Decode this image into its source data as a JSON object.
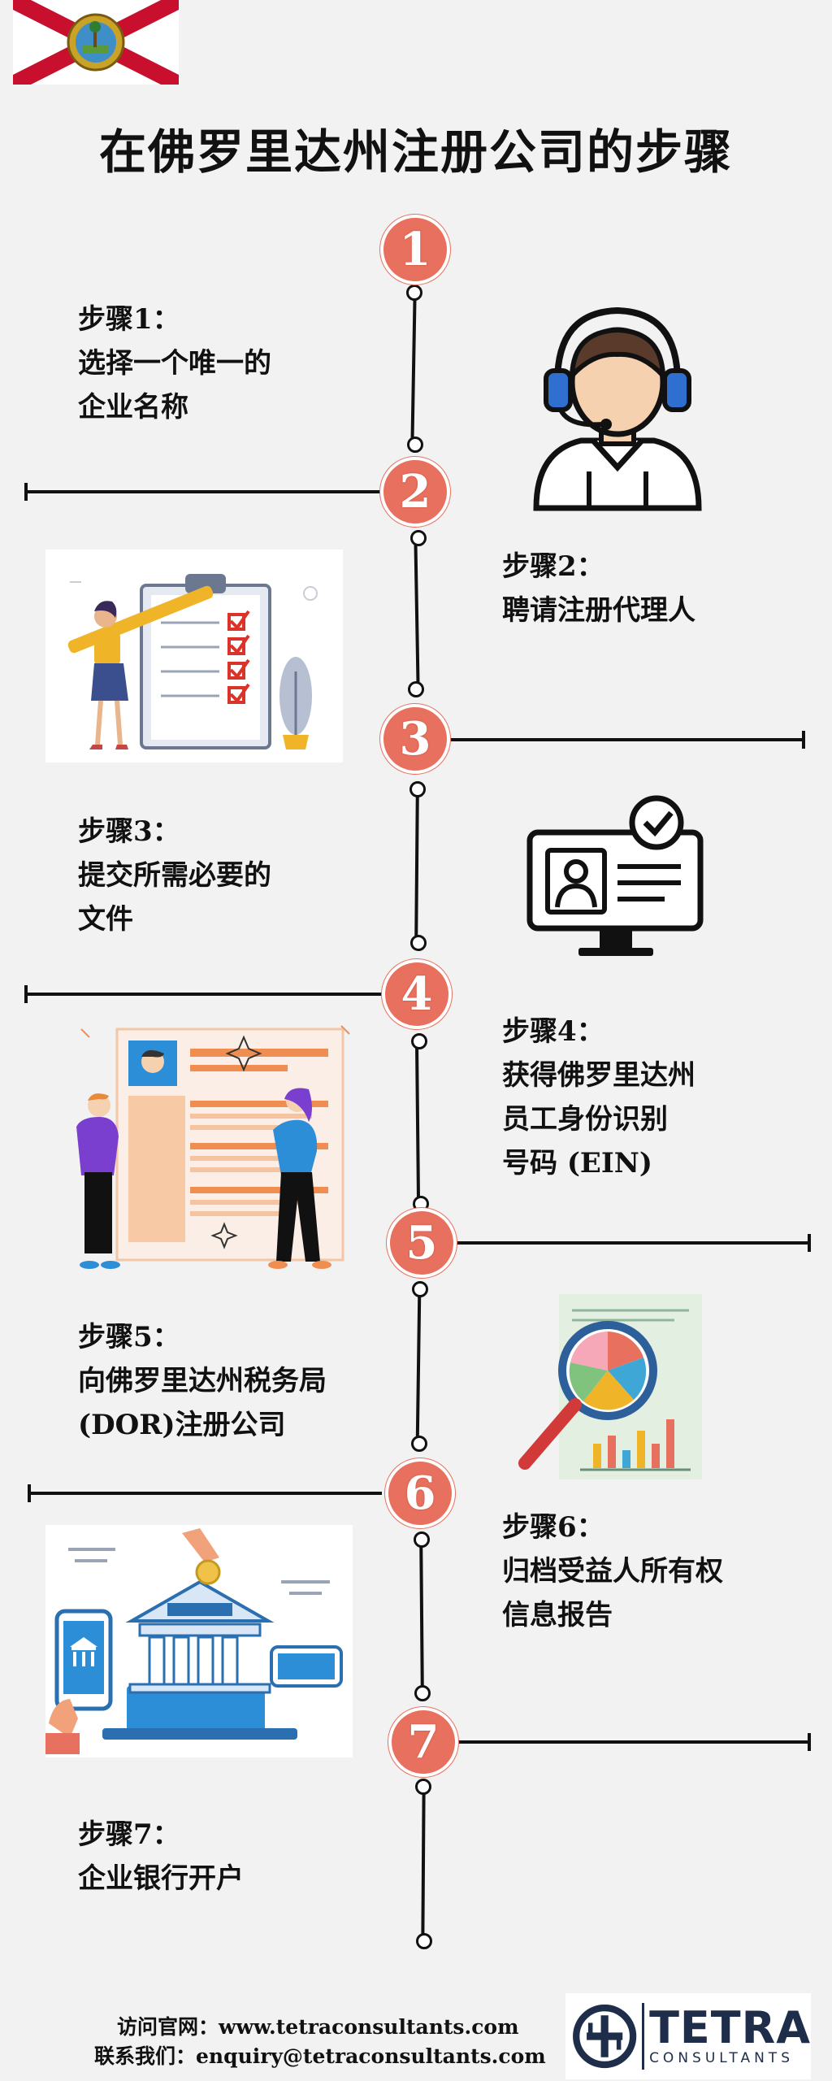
{
  "title": "在佛罗里达州注册公司的步骤",
  "steps": [
    {
      "number": "1",
      "heading": "步骤1：",
      "lines": [
        "选择一个唯一的",
        "企业名称"
      ]
    },
    {
      "number": "2",
      "heading": "步骤2：",
      "lines": [
        "聘请注册代理人"
      ]
    },
    {
      "number": "3",
      "heading": "步骤3：",
      "lines": [
        "提交所需必要的",
        "文件"
      ]
    },
    {
      "number": "4",
      "heading": "步骤4：",
      "lines": [
        "获得佛罗里达州",
        "员工身份识别",
        "号码 (EIN)"
      ]
    },
    {
      "number": "5",
      "heading": "步骤5：",
      "lines": [
        "向佛罗里达州税务局",
        "(DOR)注册公司"
      ]
    },
    {
      "number": "6",
      "heading": "步骤6：",
      "lines": [
        "归档受益人所有权",
        "信息报告"
      ]
    },
    {
      "number": "7",
      "heading": "步骤7：",
      "lines": [
        "企业银行开户"
      ]
    }
  ],
  "footer": {
    "website": "访问官网：www.tetraconsultants.com",
    "contact": "联系我们：enquiry@tetraconsultants.com"
  },
  "logo": {
    "word": "TETRA",
    "sub": "CONSULTANTS"
  },
  "colors": {
    "accent": "#e8705e",
    "ink": "#111111",
    "background": "#f2f2f2",
    "logo_navy": "#1d2d4a"
  },
  "icons": [
    "florida-flag-icon",
    "headset-support-icon",
    "checklist-clipboard-icon",
    "id-verification-monitor-icon",
    "resume-profile-icon",
    "analytics-magnifier-icon",
    "online-bank-icon"
  ]
}
